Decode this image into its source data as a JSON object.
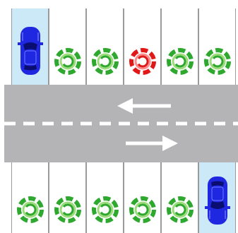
{
  "colors": {
    "available": "#2ea82e",
    "available_light": "#9bdb7a",
    "occupied_marker": "#e01818",
    "car": "#1f28e0",
    "highlight": "#cbe9f6",
    "road": "#b4b4b6",
    "divider": "#9a9a9a"
  },
  "top_row": [
    {
      "status": "car",
      "icon": "car-icon"
    },
    {
      "status": "available",
      "icon": "spot-available-icon"
    },
    {
      "status": "available",
      "icon": "spot-available-icon"
    },
    {
      "status": "occupied",
      "icon": "spot-occupied-icon"
    },
    {
      "status": "available",
      "icon": "spot-available-icon"
    },
    {
      "status": "available",
      "icon": "spot-available-icon"
    }
  ],
  "bottom_row": [
    {
      "status": "available",
      "icon": "spot-available-icon"
    },
    {
      "status": "available",
      "icon": "spot-available-icon"
    },
    {
      "status": "available",
      "icon": "spot-available-icon"
    },
    {
      "status": "available",
      "icon": "spot-available-icon"
    },
    {
      "status": "available",
      "icon": "spot-available-icon"
    },
    {
      "status": "car",
      "icon": "car-icon"
    }
  ],
  "road": {
    "upper_lane_direction": "left",
    "lower_lane_direction": "right"
  }
}
